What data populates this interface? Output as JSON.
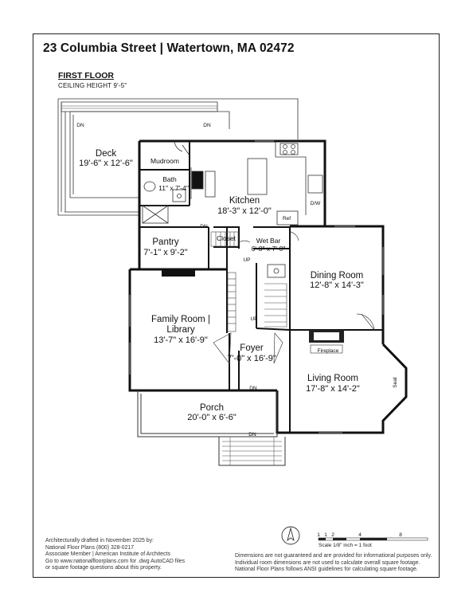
{
  "header": {
    "title": "23 Columbia Street | Watertown, MA 02472",
    "floor": "FIRST FLOOR",
    "ceiling": "CEILING HEIGHT 9'-5\""
  },
  "rooms": {
    "deck": {
      "name": "Deck",
      "dim": "19'-6\" x 12'-6\""
    },
    "mudroom": {
      "name": "Mudroom"
    },
    "bath": {
      "name": "Bath",
      "dim": "11\" x 7'-4\""
    },
    "kitchen": {
      "name": "Kitchen",
      "dim": "18'-3\" x 12'-0\""
    },
    "pantry": {
      "name": "Pantry",
      "dim": "7'-1\" x 9'-2\""
    },
    "closet": {
      "name": "Closet"
    },
    "wet_bar": {
      "name": "Wet Bar",
      "dim": "6'-8\" x 7'-0\""
    },
    "dining": {
      "name": "Dining Room",
      "dim": "12'-8\" x 14'-3\""
    },
    "family": {
      "name1": "Family Room |",
      "name2": "Library",
      "dim": "13'-7\" x 16'-9\""
    },
    "foyer": {
      "name": "Foyer",
      "dim": "7'-0\" x 16'-9\""
    },
    "living": {
      "name": "Living Room",
      "dim": "17'-8\" x 14'-2\""
    },
    "porch": {
      "name": "Porch",
      "dim": "20'-0\" x 6'-6\""
    }
  },
  "labels": {
    "dn": "DN",
    "up": "UP",
    "ref": "Ref",
    "dw": "D/W",
    "fireplace": "Fireplace",
    "seat": "Seat"
  },
  "scale": {
    "ticks": [
      "1",
      "1",
      "2",
      "4",
      "8"
    ],
    "caption": "Scale 1/8\" inch = 1 foot"
  },
  "footer": {
    "left": [
      "Architecturally drafted in November 2025 by:",
      "National Floor Plans   (800) 328-0217",
      "Associate Member | American Institute of Architects",
      "Go to www.nationalfloorplans.com for .dwg AutoCAD files",
      "or square footage questions about this property."
    ],
    "right": [
      "Dimensions are not guaranteed and are provided for informational purposes only.",
      "Individual room dimensions are not used to calculate overall square footage.",
      "National Floor Plans follows ANSI guidelines for calculating square footage."
    ]
  }
}
